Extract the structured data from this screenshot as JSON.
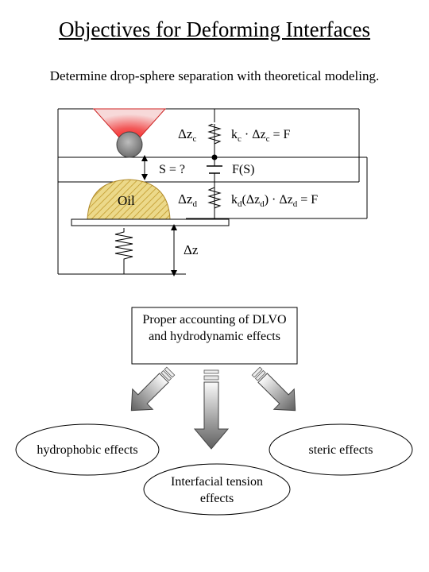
{
  "title": "Objectives for Deforming Interfaces",
  "subtitle": "Determine drop-sphere separation with theoretical modeling.",
  "diagram": {
    "dzc": "Δz",
    "dzc_sub": "c",
    "kc_eq": {
      "k": "k",
      "k_sub": "c",
      "dot": " · Δz",
      "dz_sub": "c",
      "rhs": " = F"
    },
    "s_label": "S = ?",
    "fs_label": "F(S)",
    "oil_label": "Oil",
    "dzd": "Δz",
    "dzd_sub": "d",
    "kd_eq": {
      "k": "k",
      "k_sub": "d",
      "mid": "(Δz",
      "mid_sub": "d",
      "close": ")  · Δz",
      "dz_sub": "d",
      "rhs": " = F"
    },
    "dz_label": "Δz"
  },
  "flow": {
    "box_text": "Proper accounting of DLVO and hydrodynamic effects",
    "hydrophobic": "hydrophobic effects",
    "steric": "steric effects",
    "interfacial": "Interfacial tension effects"
  },
  "colors": {
    "tip_red": "#e8262a",
    "sphere_gray": "#8a8a8a",
    "oil_fill": "#e8d27a",
    "oil_hatch": "#c8a43a",
    "arrow_light": "#f2f2f2",
    "arrow_dark": "#6e6e6e"
  }
}
